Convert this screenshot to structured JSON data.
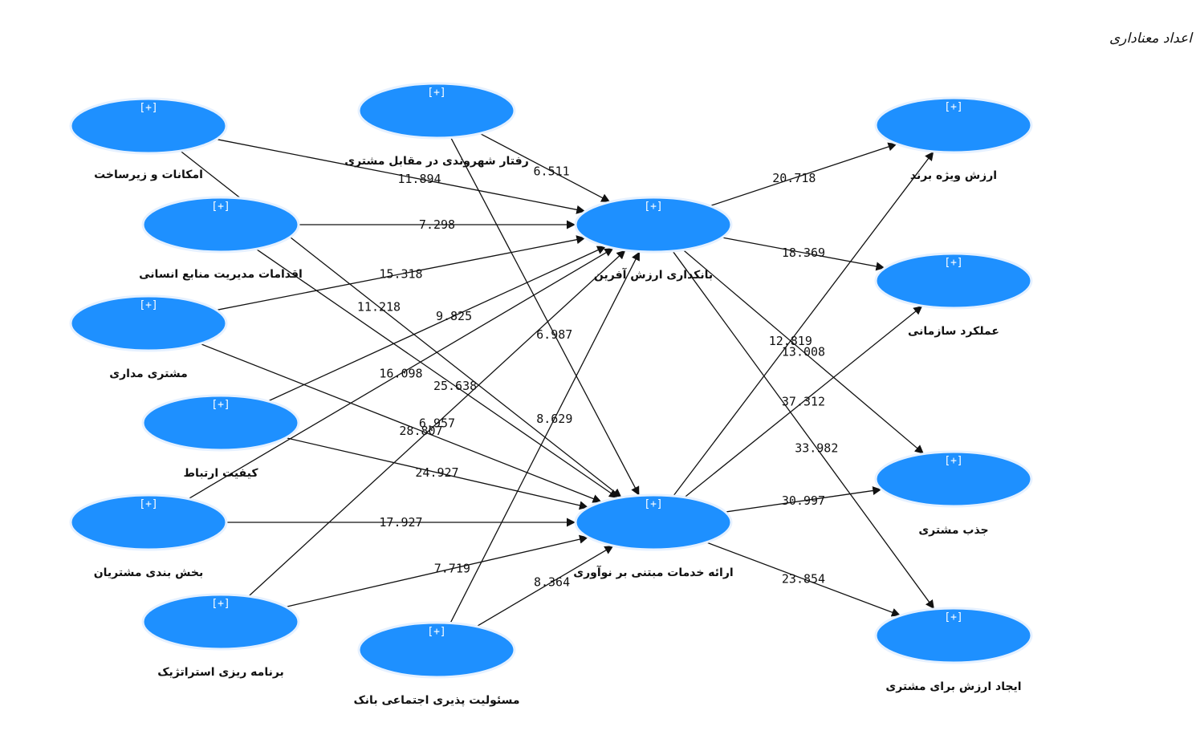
{
  "title": "مدل در حالت اعداد معناداری",
  "expand_glyph": "[+]",
  "colors": {
    "node": "#1e90ff",
    "edge": "#111111"
  },
  "nodes": [
    {
      "id": "n1",
      "label": "امکانات و زیرساخت"
    },
    {
      "id": "n2",
      "label": "رفتار شهروندی در مقابل مشتری"
    },
    {
      "id": "n3",
      "label": "اقدامات مدیریت منابع انسانی"
    },
    {
      "id": "n4",
      "label": "مشتری مداری"
    },
    {
      "id": "n5",
      "label": "کیفیت ارتباط"
    },
    {
      "id": "n6",
      "label": "بخش بندی مشتریان"
    },
    {
      "id": "n7",
      "label": "برنامه ریزی استراتژیک"
    },
    {
      "id": "n8",
      "label": "مسئولیت پذیری اجتماعی بانک"
    },
    {
      "id": "v1",
      "label": "بانکداری ارزش آفرین"
    },
    {
      "id": "v2",
      "label": "ارائه خدمات مبتنی بر نوآوری"
    },
    {
      "id": "o1",
      "label": "ارزش ویژه برند"
    },
    {
      "id": "o2",
      "label": "عملکرد سازمانی"
    },
    {
      "id": "o3",
      "label": "جذب مشتری"
    },
    {
      "id": "o4",
      "label": "ایجاد ارزش برای مشتری"
    }
  ],
  "paths": [
    {
      "from": "n1",
      "to": "v1",
      "value": "11.894"
    },
    {
      "from": "n1",
      "to": "v2",
      "value": "11.218"
    },
    {
      "from": "n2",
      "to": "v1",
      "value": "6.511"
    },
    {
      "from": "n2",
      "to": "v2",
      "value": "6.987"
    },
    {
      "from": "n3",
      "to": "v1",
      "value": "7.298"
    },
    {
      "from": "n3",
      "to": "v2",
      "value": "25.638"
    },
    {
      "from": "n4",
      "to": "v1",
      "value": "15.318"
    },
    {
      "from": "n4",
      "to": "v2",
      "value": "28.807"
    },
    {
      "from": "n5",
      "to": "v1",
      "value": "9.825"
    },
    {
      "from": "n5",
      "to": "v2",
      "value": "24.927"
    },
    {
      "from": "n6",
      "to": "v1",
      "value": "16.098"
    },
    {
      "from": "n6",
      "to": "v2",
      "value": "17.927"
    },
    {
      "from": "n7",
      "to": "v1",
      "value": "6.957"
    },
    {
      "from": "n7",
      "to": "v2",
      "value": "7.719"
    },
    {
      "from": "n8",
      "to": "v1",
      "value": "8.629"
    },
    {
      "from": "n8",
      "to": "v2",
      "value": "8.364"
    },
    {
      "from": "v1",
      "to": "o1",
      "value": "20.718"
    },
    {
      "from": "v1",
      "to": "o2",
      "value": "18.369"
    },
    {
      "from": "v1",
      "to": "o3",
      "value": "13.008"
    },
    {
      "from": "v1",
      "to": "o4",
      "value": "33.982"
    },
    {
      "from": "v2",
      "to": "o1",
      "value": "12.819"
    },
    {
      "from": "v2",
      "to": "o2",
      "value": "37.312"
    },
    {
      "from": "v2",
      "to": "o3",
      "value": "30.997"
    },
    {
      "from": "v2",
      "to": "o4",
      "value": "23.854"
    }
  ]
}
